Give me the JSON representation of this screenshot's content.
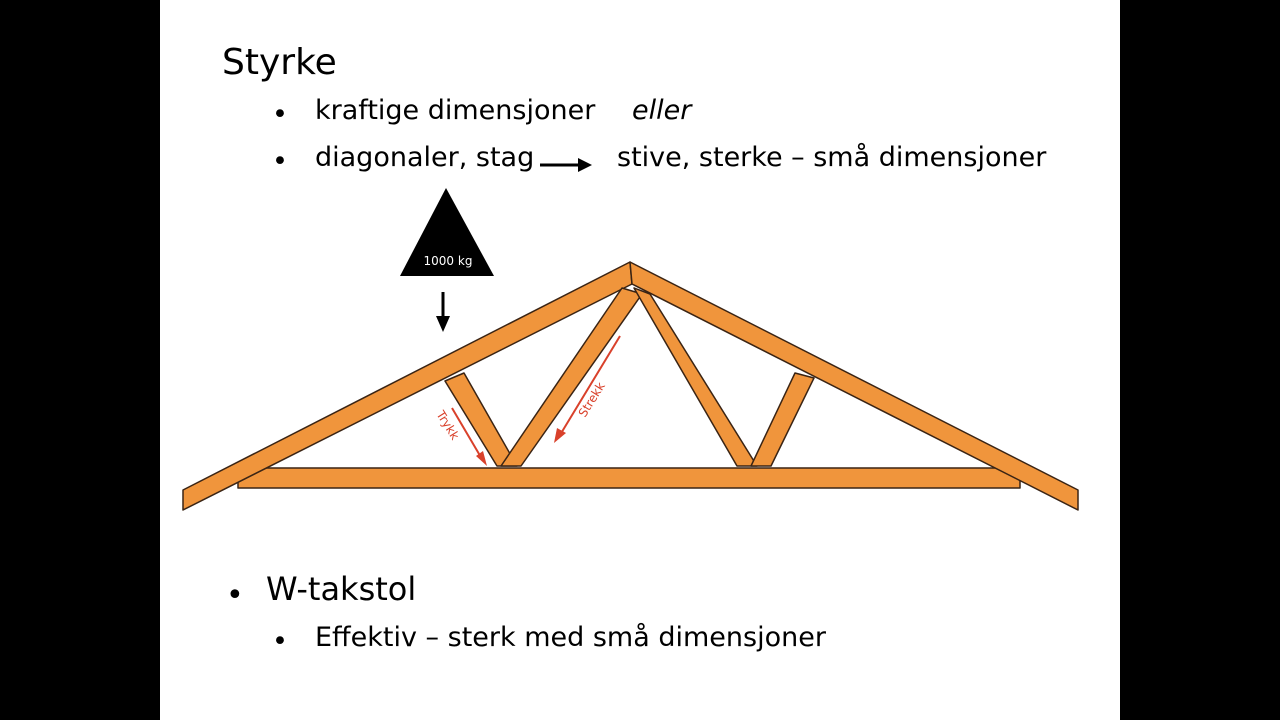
{
  "slide": {
    "title": "Styrke",
    "bullets": [
      {
        "bullet": "•",
        "text": "kraftige dimensjoner",
        "suffix": "eller"
      },
      {
        "bullet": "•",
        "text": "diagonaler, stag",
        "result": "stive, sterke – små dimensjoner"
      }
    ],
    "section": {
      "bullet": "•",
      "title": "W-takstol",
      "sub_bullet": "•",
      "sub_text": "Effektiv – sterk med små dimensjoner"
    }
  },
  "diagram": {
    "load_label": "1000 kg",
    "label_compression": "Trykk",
    "label_tension": "Strekk",
    "wood_color": "#f0953c",
    "outline_color": "#3a2414",
    "annotation_color": "#d9412b"
  }
}
